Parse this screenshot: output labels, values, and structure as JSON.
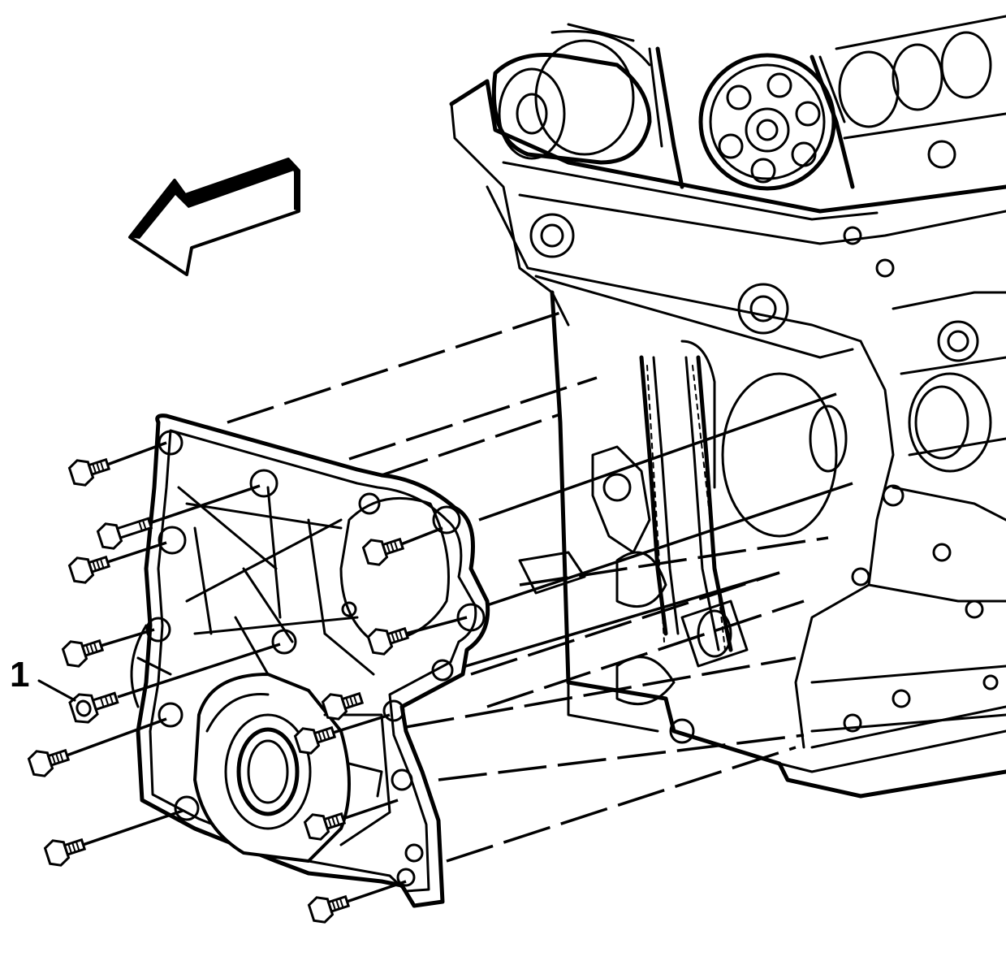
{
  "diagram": {
    "callouts": [
      {
        "label": "1"
      }
    ],
    "direction_arrow": "front-of-engine-arrow",
    "components": [
      "engine-block",
      "camshaft-sprocket",
      "timing-chain",
      "engine-front-cover",
      "cover-bolt"
    ],
    "colors": {
      "ink": "#000000",
      "background": "#ffffff"
    }
  }
}
